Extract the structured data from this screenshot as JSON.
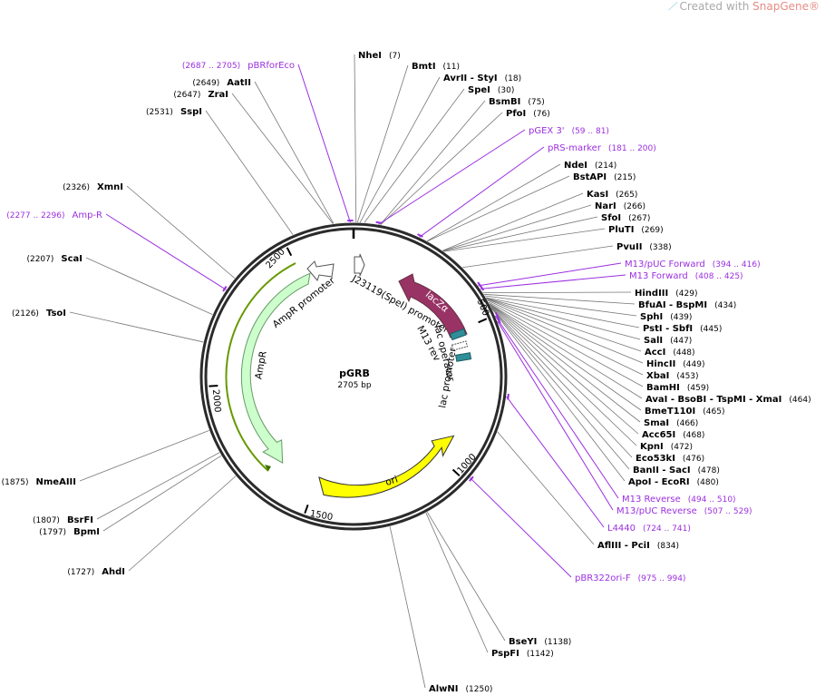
{
  "watermark": {
    "prefix": "Created with ",
    "brand": "SnapGene®"
  },
  "plasmid": {
    "name": "pGRB",
    "size_label": "2705 bp",
    "length": 2705
  },
  "ticks": [
    "500",
    "1000",
    "1500",
    "2000",
    "2500"
  ],
  "enzymes": [
    {
      "name": "NheI",
      "pos": "(7)",
      "at": 7
    },
    {
      "name": "BmtI",
      "pos": "(11)",
      "at": 11
    },
    {
      "name": "AvrII  - StyI",
      "pos": "(18)",
      "at": 18
    },
    {
      "name": "SpeI",
      "pos": "(30)",
      "at": 30
    },
    {
      "name": "BsmBI",
      "pos": "(75)",
      "at": 75
    },
    {
      "name": "PfoI",
      "pos": "(76)",
      "at": 76
    },
    {
      "name": "NdeI",
      "pos": "(214)",
      "at": 214
    },
    {
      "name": "BstAPI",
      "pos": "(215)",
      "at": 215
    },
    {
      "name": "KasI",
      "pos": "(265)",
      "at": 265
    },
    {
      "name": "NarI",
      "pos": "(266)",
      "at": 266
    },
    {
      "name": "SfoI",
      "pos": "(267)",
      "at": 267
    },
    {
      "name": "PluTI",
      "pos": "(269)",
      "at": 269
    },
    {
      "name": "PvuII",
      "pos": "(338)",
      "at": 338
    },
    {
      "name": "HindIII",
      "pos": "(429)",
      "at": 429
    },
    {
      "name": "BfuAI  - BspMI",
      "pos": "(434)",
      "at": 434
    },
    {
      "name": "SphI",
      "pos": "(439)",
      "at": 439
    },
    {
      "name": "PstI  - SbfI",
      "pos": "(445)",
      "at": 445
    },
    {
      "name": "SalI",
      "pos": "(447)",
      "at": 447
    },
    {
      "name": "AccI",
      "pos": "(448)",
      "at": 448
    },
    {
      "name": "HincII",
      "pos": "(449)",
      "at": 449
    },
    {
      "name": "XbaI",
      "pos": "(453)",
      "at": 453
    },
    {
      "name": "BamHI",
      "pos": "(459)",
      "at": 459
    },
    {
      "name": "AvaI  - BsoBI  - TspMI  - XmaI",
      "pos": "(464)",
      "at": 464
    },
    {
      "name": "BmeT110I",
      "pos": "(465)",
      "at": 465
    },
    {
      "name": "SmaI",
      "pos": "(466)",
      "at": 466
    },
    {
      "name": "Acc65I",
      "pos": "(468)",
      "at": 468
    },
    {
      "name": "KpnI",
      "pos": "(472)",
      "at": 472
    },
    {
      "name": "Eco53kI",
      "pos": "(476)",
      "at": 476
    },
    {
      "name": "BanII  - SacI",
      "pos": "(478)",
      "at": 478
    },
    {
      "name": "ApoI  - EcoRI",
      "pos": "(480)",
      "at": 480
    },
    {
      "name": "AflIII  - PciI",
      "pos": "(834)",
      "at": 834
    },
    {
      "name": "BseYI",
      "pos": "(1138)",
      "at": 1138
    },
    {
      "name": "PspFI",
      "pos": "(1142)",
      "at": 1142
    },
    {
      "name": "AlwNI",
      "pos": "(1250)",
      "at": 1250
    },
    {
      "name": "AhdI",
      "pos": "(1727)",
      "at": 1727
    },
    {
      "name": "BpmI",
      "pos": "(1797)",
      "at": 1797
    },
    {
      "name": "BsrFI",
      "pos": "(1807)",
      "at": 1807
    },
    {
      "name": "NmeAIII",
      "pos": "(1875)",
      "at": 1875
    },
    {
      "name": "TsoI",
      "pos": "(2126)",
      "at": 2126
    },
    {
      "name": "ScaI",
      "pos": "(2207)",
      "at": 2207
    },
    {
      "name": "XmnI",
      "pos": "(2326)",
      "at": 2326
    },
    {
      "name": "SspI",
      "pos": "(2531)",
      "at": 2531
    },
    {
      "name": "ZraI",
      "pos": "(2647)",
      "at": 2647
    },
    {
      "name": "AatII",
      "pos": "(2649)",
      "at": 2649
    }
  ],
  "primers": [
    {
      "name": "pBRforEco",
      "range": "(2687 .. 2705)",
      "at": 2696
    },
    {
      "name": "pGEX 3'",
      "range": "(59 .. 81)",
      "at": 70
    },
    {
      "name": "pRS-marker",
      "range": "(181 .. 200)",
      "at": 190
    },
    {
      "name": "M13/pUC Forward",
      "range": "(394 .. 416)",
      "at": 405
    },
    {
      "name": "M13 Forward",
      "range": "(408 .. 425)",
      "at": 416
    },
    {
      "name": "M13 Reverse",
      "range": "(494 .. 510)",
      "at": 502
    },
    {
      "name": "M13/pUC Reverse",
      "range": "(507 .. 529)",
      "at": 518
    },
    {
      "name": "L4440",
      "range": "(724 .. 741)",
      "at": 732
    },
    {
      "name": "pBR322ori-F",
      "range": "(975 .. 994)",
      "at": 984
    },
    {
      "name": "Amp-R",
      "range": "(2277 .. 2296)",
      "at": 2286
    }
  ],
  "features": {
    "lacZa": "lacZα",
    "ori": "ori",
    "AmpR": "AmpR",
    "AmpR_promoter": "AmpR promoter",
    "J23119": "J23119(SpeI) promoter",
    "M13_rev": "M13 rev",
    "lac_operator": "lac operator",
    "lac_promoter": "lac promoter"
  },
  "colors": {
    "backbone": "#2b2b2b",
    "lacZa": "#993366",
    "ori": "#ffff00",
    "AmpR": "#ccffcc",
    "AmpR_border": "#669966",
    "primer": "#9b2fe0",
    "lac_operator": "#2f8f99",
    "tick": "#000000"
  }
}
